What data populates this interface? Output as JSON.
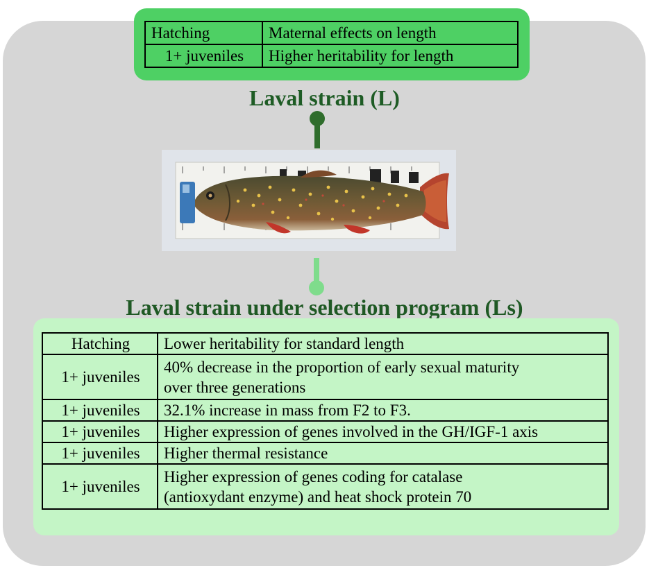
{
  "laval_strain": {
    "title": "Laval strain (L)",
    "rows": [
      {
        "stage": "Hatching",
        "effect": "Maternal effects on length"
      },
      {
        "stage": "1+ juveniles",
        "effect": "Higher heritability for length"
      }
    ]
  },
  "laval_strain_selection": {
    "title": "Laval strain under selection program (Ls)",
    "rows": [
      {
        "stage": "Hatching",
        "effect": "Lower heritability for standard length"
      },
      {
        "stage": "1+ juveniles",
        "effect_line1": "40% decrease in the proportion of early sexual maturity",
        "effect_line2": "over three generations"
      },
      {
        "stage": "1+ juveniles",
        "effect": "32.1% increase in mass from F2 to F3."
      },
      {
        "stage": "1+ juveniles",
        "effect": "Higher expression of genes involved in the GH/IGF-1 axis"
      },
      {
        "stage": "1+ juveniles",
        "effect": "Higher thermal resistance"
      },
      {
        "stage": "1+ juveniles",
        "effect_line1": "Higher expression of genes coding for catalase",
        "effect_line2": "(antioxydant enzyme) and heat shock protein 70"
      }
    ]
  },
  "colors": {
    "top_box": "#4ed064",
    "bottom_box": "#c4f5c6",
    "panel": "#d6d6d6",
    "title_text": "#1e5c25",
    "connector_dark": "#2f6d2c",
    "connector_light": "#7fdc8c"
  }
}
